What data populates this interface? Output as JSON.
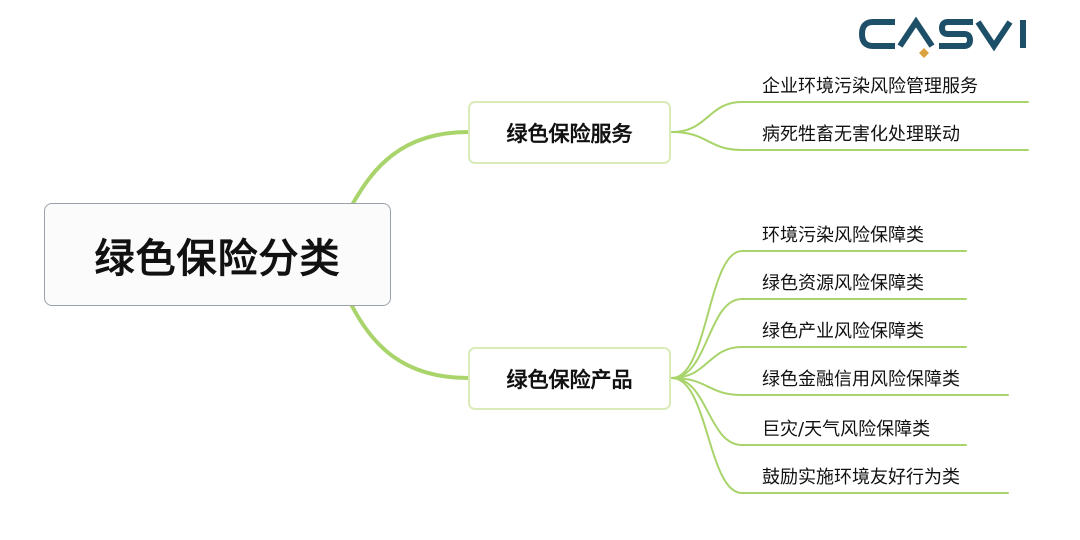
{
  "logo": {
    "text": "CASVI",
    "color": "#1e4f68",
    "accent": "#d9a23c"
  },
  "diagram": {
    "root": "绿色保险分类",
    "connector_color": "#a9d46b",
    "branches": [
      {
        "label": "绿色保险服务",
        "leaves": [
          "企业环境污染风险管理服务",
          "病死牲畜无害化处理联动"
        ]
      },
      {
        "label": "绿色保险产品",
        "leaves": [
          "环境污染风险保障类",
          "绿色资源风险保障类",
          "绿色产业风险保障类",
          "绿色金融信用风险保障类",
          "巨灾/天气风险保障类",
          "鼓励实施环境友好行为类"
        ]
      }
    ]
  }
}
